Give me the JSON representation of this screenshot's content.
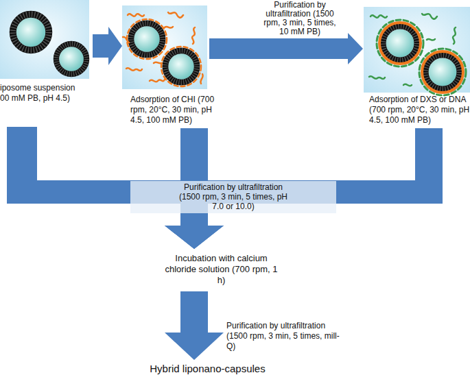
{
  "diagram": {
    "nodes": [
      {
        "text": [
          "iposome suspension 00 mM PB, pH 4.5)"
        ]
      },
      {
        "text": [
          "Adsorption of CHI (700 rpm, 20°C, 30 min, pH 4.5, 100 mM PB)"
        ]
      },
      {
        "text": [
          "Adsorption of DXS or DNA (700 rpm, 20°C, 30 min, pH 4.5, 100 mM PB)"
        ]
      },
      {
        "text": [
          "Incubation with calcium chloride solution (700 rpm, 1 h)"
        ]
      },
      {
        "text": [
          "Hybrid liponano-capsules"
        ]
      }
    ],
    "edges": [
      {
        "from": 0,
        "to": 1,
        "arrow": "to"
      },
      {
        "from": 1,
        "to": 2,
        "arrow": "to",
        "label": "Purification by ultrafiltration (1500 rpm, 3 min, 5 times, 10 mM PB)"
      },
      {
        "from": 0,
        "to": 3,
        "arrow": "to"
      },
      {
        "from": 1,
        "to": 3,
        "arrow": "to",
        "label": "Purification by ultrafiltration (1500 rpm, 3 min, 5 times, pH 7.0 or 10.0)"
      },
      {
        "from": 2,
        "to": 3,
        "arrow": "to"
      },
      {
        "from": 3,
        "to": 4,
        "arrow": "to",
        "label": "Purification by ultrafiltration (1500 rpm, 3 min, 5 times, mill-Q)"
      }
    ]
  }
}
